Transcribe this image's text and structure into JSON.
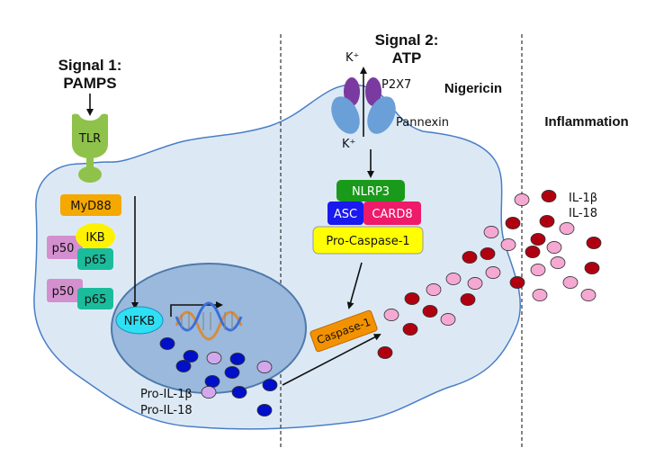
{
  "signals": {
    "signal1_line1": "Signal 1:",
    "signal1_line2": "PAMPS",
    "signal2_line1": "Signal 2:",
    "signal2_line2": "ATP"
  },
  "labels": {
    "nigericin": "Nigericin",
    "inflammation": "Inflammation",
    "k_top": "K⁺",
    "k_bottom": "K⁺",
    "p2x7": "P2X7",
    "pannexin": "Pannexin",
    "tlr": "TLR",
    "myd88": "MyD88",
    "ikb": "IKB",
    "p50_a": "p50",
    "p65_a": "p65",
    "p50_b": "p50",
    "p65_b": "p65",
    "nfkb": "NFKB",
    "nlrp3": "NLRP3",
    "asc": "ASC",
    "card8": "CARD8",
    "pro_caspase": "Pro-Caspase-1",
    "caspase": "Caspase-1",
    "pro_il1b": "Pro-IL-1β",
    "pro_il18": "Pro-IL-18",
    "il1b": "IL-1β",
    "il18": "IL-18"
  },
  "colors": {
    "cell_fill": "#dce9f5",
    "cell_stroke": "#4a7ec7",
    "nucleus_fill": "#9ab9dc",
    "nucleus_stroke": "#4d7aab",
    "tlr_green": "#8fc24a",
    "myd88_orange": "#f5a800",
    "ikb_yellow": "#fff200",
    "p50_pink": "#d48fcf",
    "p65_teal": "#1abc9c",
    "nfkb_cyan": "#2fe0f5",
    "nlrp3_green": "#1a9a1a",
    "asc_blue": "#1a1aee",
    "card8_pink": "#ee1a6a",
    "procaspase_yellow": "#ffff00",
    "caspase_orange": "#f39200",
    "p2x7_purple": "#7b3aa0",
    "pannexin_blue": "#6a9fd8",
    "dot_blue": "#0010c8",
    "dot_lilac": "#d2a8ec",
    "dot_red": "#b00010",
    "dot_pink": "#f5a8d2"
  },
  "icons": [
    "dna-icon",
    "arrow-icon"
  ]
}
